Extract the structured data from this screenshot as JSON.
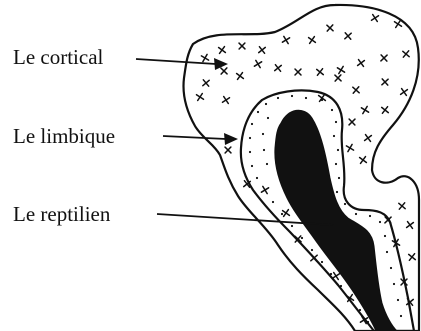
{
  "labels": {
    "cortical": "Le cortical",
    "limbic": "Le limbique",
    "reptilian": "Le reptilien"
  },
  "colors": {
    "ink": "#111111",
    "background": "#ffffff"
  }
}
